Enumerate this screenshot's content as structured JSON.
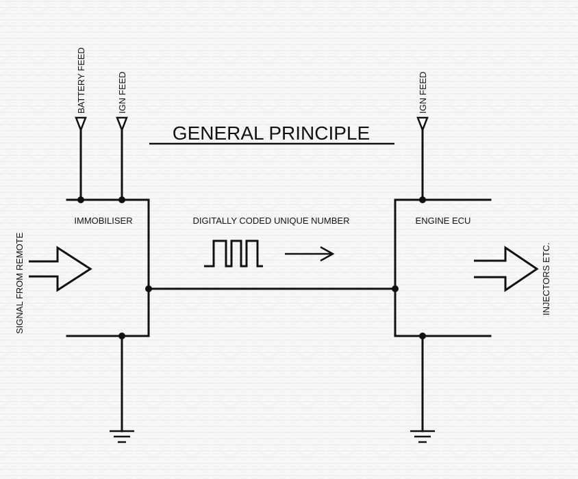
{
  "diagram": {
    "title": "GENERAL PRINCIPLE",
    "labels": {
      "battery_feed": "BATTERY FEED",
      "ign_feed_left": "IGN FEED",
      "ign_feed_right": "IGN FEED",
      "immobiliser": "IMMOBILISER",
      "link": "DIGITALLY CODED UNIQUE NUMBER",
      "engine_ecu": "ENGINE ECU",
      "signal_from_remote": "SIGNAL FROM REMOTE",
      "injectors": "INJECTORS ETC."
    }
  }
}
